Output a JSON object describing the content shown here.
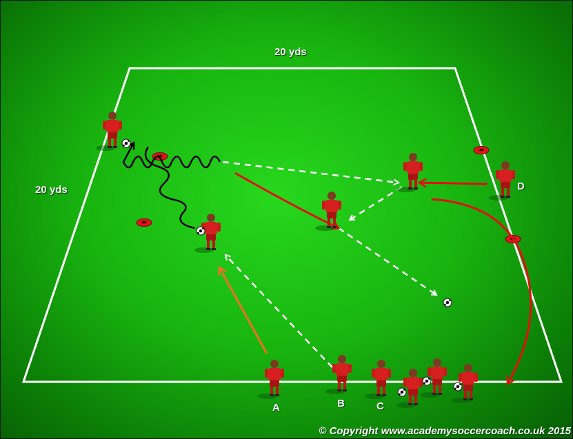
{
  "dimensions": {
    "top": "20 yds",
    "side": "20 yds"
  },
  "player_labels": {
    "a": "A",
    "b": "B",
    "c": "C",
    "d": "D"
  },
  "copyright": "© Copyright www.academysoccercoach.co.uk 2015",
  "colors": {
    "pitch": "#18b40f",
    "lines": "#ffffff",
    "player_kit": "#d61f1f",
    "cone": "#e0161a",
    "run_arrow": "#e01010",
    "support_arrow": "#f07020",
    "dribble": "#000000"
  }
}
